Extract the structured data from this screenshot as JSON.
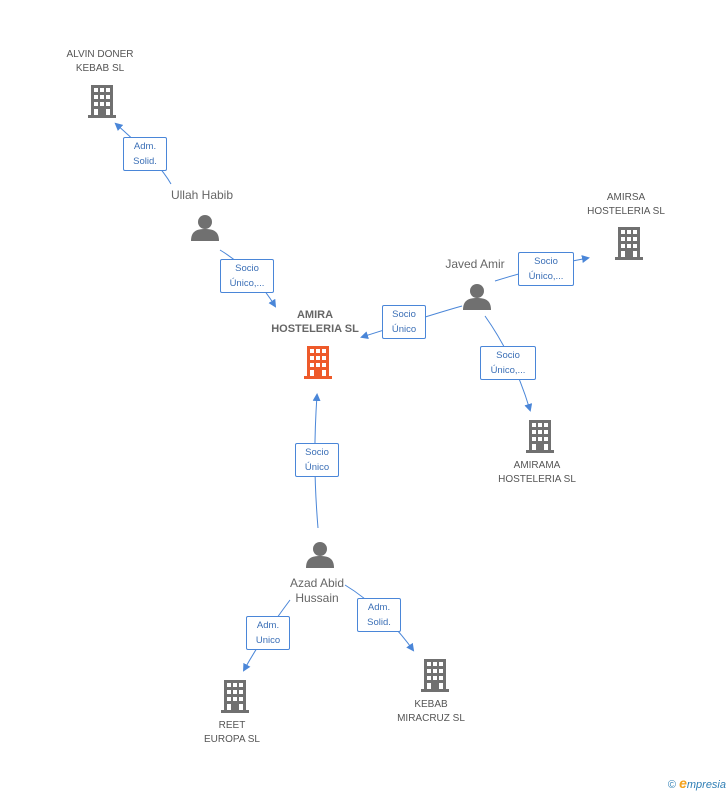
{
  "colors": {
    "edge": "#4a86d8",
    "node_gray": "#707070",
    "node_main": "#ee5a2a"
  },
  "nodes": {
    "alvin": {
      "label_line1": "ALVIN DONER",
      "label_line2": "KEBAB SL",
      "icon": "building-icon"
    },
    "ullah": {
      "label": "Ullah Habib",
      "icon": "person-icon"
    },
    "amira": {
      "label_line1": "AMIRA",
      "label_line2": "HOSTELERIA SL",
      "icon": "building-icon"
    },
    "javed": {
      "label": "Javed Amir",
      "icon": "person-icon"
    },
    "amirsa": {
      "label_line1": "AMIRSA",
      "label_line2": "HOSTELERIA  SL",
      "icon": "building-icon"
    },
    "amirama": {
      "label_line1": "AMIRAMA",
      "label_line2": "HOSTELERIA SL",
      "icon": "building-icon"
    },
    "azad": {
      "label_line1": "Azad Abid",
      "label_line2": "Hussain",
      "icon": "person-icon"
    },
    "reet": {
      "label_line1": "REET",
      "label_line2": "EUROPA SL",
      "icon": "building-icon"
    },
    "kebab": {
      "label_line1": "KEBAB",
      "label_line2": "MIRACRUZ SL",
      "icon": "building-icon"
    }
  },
  "edges": {
    "ullah_alvin": {
      "line1": "Adm.",
      "line2": "Solid."
    },
    "ullah_amira": {
      "line1": "Socio",
      "line2": "Único,..."
    },
    "javed_amira": {
      "line1": "Socio",
      "line2": "Único"
    },
    "javed_amirsa": {
      "line1": "Socio",
      "line2": "Único,..."
    },
    "javed_amirama": {
      "line1": "Socio",
      "line2": "Único,..."
    },
    "azad_amira": {
      "line1": "Socio",
      "line2": "Único"
    },
    "azad_reet": {
      "line1": "Adm.",
      "line2": "Unico"
    },
    "azad_kebab": {
      "line1": "Adm.",
      "line2": "Solid."
    }
  },
  "footer": {
    "copyright": "©",
    "brand_e": "e",
    "brand_rest": "mpresia"
  }
}
